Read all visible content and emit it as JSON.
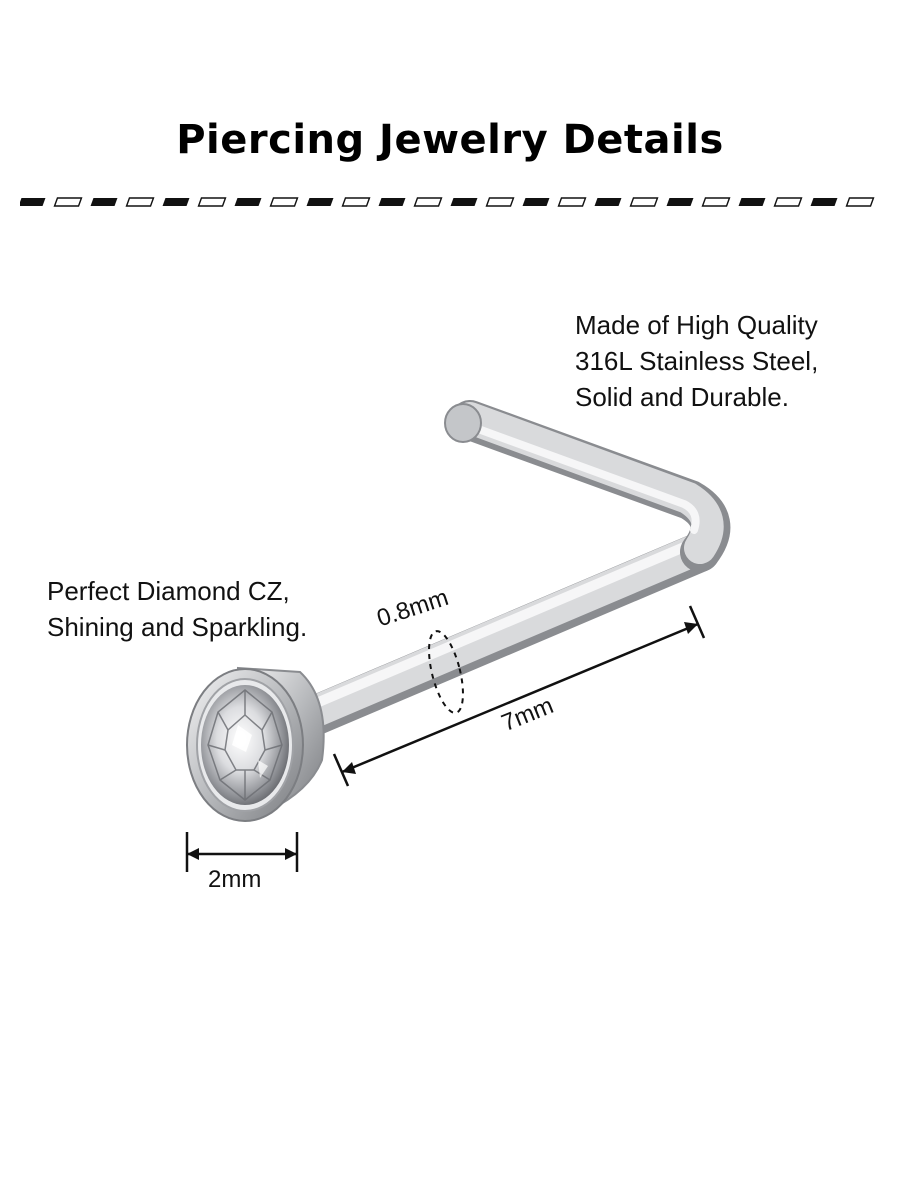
{
  "title": "Piercing Jewelry Details",
  "features": {
    "material": [
      "Made of High Quality",
      "316L Stainless Steel,",
      "Solid and Durable."
    ],
    "stone": [
      "Perfect Diamond CZ,",
      "Shining and Sparkling."
    ]
  },
  "dimensions": {
    "head_diameter": "2mm",
    "wire_gauge": "0.8mm",
    "post_length": "7mm"
  },
  "colors": {
    "metal_light": "#f2f2f3",
    "metal_dark": "#8e9094",
    "text": "#111111",
    "divider": "#111111"
  }
}
